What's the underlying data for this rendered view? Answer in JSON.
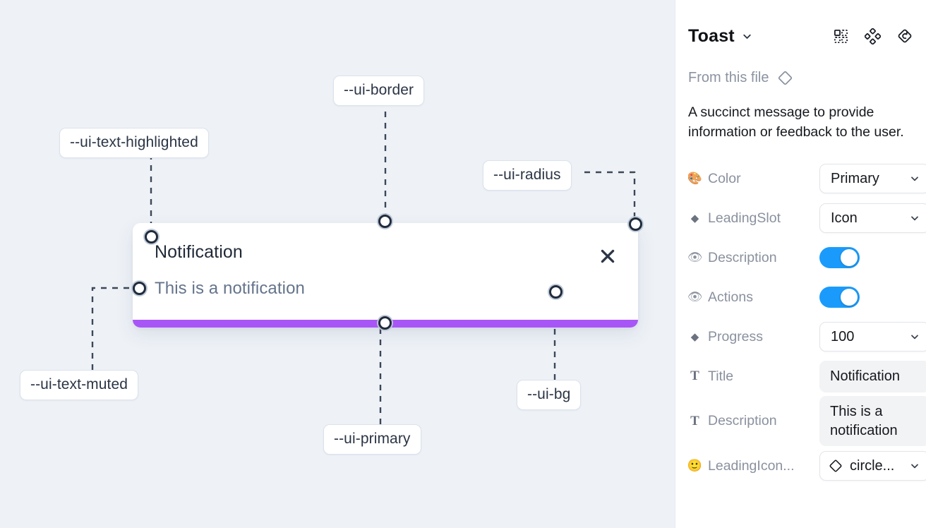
{
  "canvas": {
    "background_color": "#eef2f7",
    "annotations": [
      {
        "id": "ui-text-highlighted",
        "label": "--ui-text-highlighted"
      },
      {
        "id": "ui-border",
        "label": "--ui-border"
      },
      {
        "id": "ui-radius",
        "label": "--ui-radius"
      },
      {
        "id": "ui-text-muted",
        "label": "--ui-text-muted"
      },
      {
        "id": "ui-primary",
        "label": "--ui-primary"
      },
      {
        "id": "ui-bg",
        "label": "--ui-bg"
      }
    ],
    "toast": {
      "title": "Notification",
      "description": "This is a notification",
      "close_icon": "close-x-icon",
      "progress_color": "#a855f7",
      "background_color": "#ffffff"
    }
  },
  "panel": {
    "title": "Toast",
    "title_chevron_icon": "chevron-down-icon",
    "header_icons": [
      {
        "name": "component-icon"
      },
      {
        "name": "component-set-icon"
      },
      {
        "name": "reset-instance-icon"
      }
    ],
    "from_file_label": "From this file",
    "from_file_icon": "diamond-icon",
    "summary": "A succinct message to provide information or feedback to the user.",
    "properties": [
      {
        "icon": "palette-emoji",
        "glyph": "🎨",
        "label": "Color",
        "control": "select",
        "value": "Primary"
      },
      {
        "icon": "diamond-icon",
        "glyph": "◆",
        "label": "LeadingSlot",
        "control": "select",
        "value": "Icon"
      },
      {
        "icon": "eye-emoji",
        "glyph": "👁",
        "label": "Description",
        "control": "toggle",
        "value": "on"
      },
      {
        "icon": "eye-emoji",
        "glyph": "👁",
        "label": "Actions",
        "control": "toggle",
        "value": "on"
      },
      {
        "icon": "diamond-icon",
        "glyph": "◆",
        "label": "Progress",
        "control": "select",
        "value": "100"
      },
      {
        "icon": "text-glyph",
        "glyph": "T",
        "label": "Title",
        "control": "field",
        "value": "Notification"
      },
      {
        "icon": "text-glyph",
        "glyph": "T",
        "label": "Description",
        "control": "field",
        "value": "This is a notification"
      },
      {
        "icon": "smiley-emoji",
        "glyph": "🙂",
        "label": "LeadingIcon...",
        "control": "icon-select",
        "value": "circle...",
        "lead_icon": "diamond-icon"
      }
    ],
    "toggle_on_color": "#1a9bfc"
  }
}
